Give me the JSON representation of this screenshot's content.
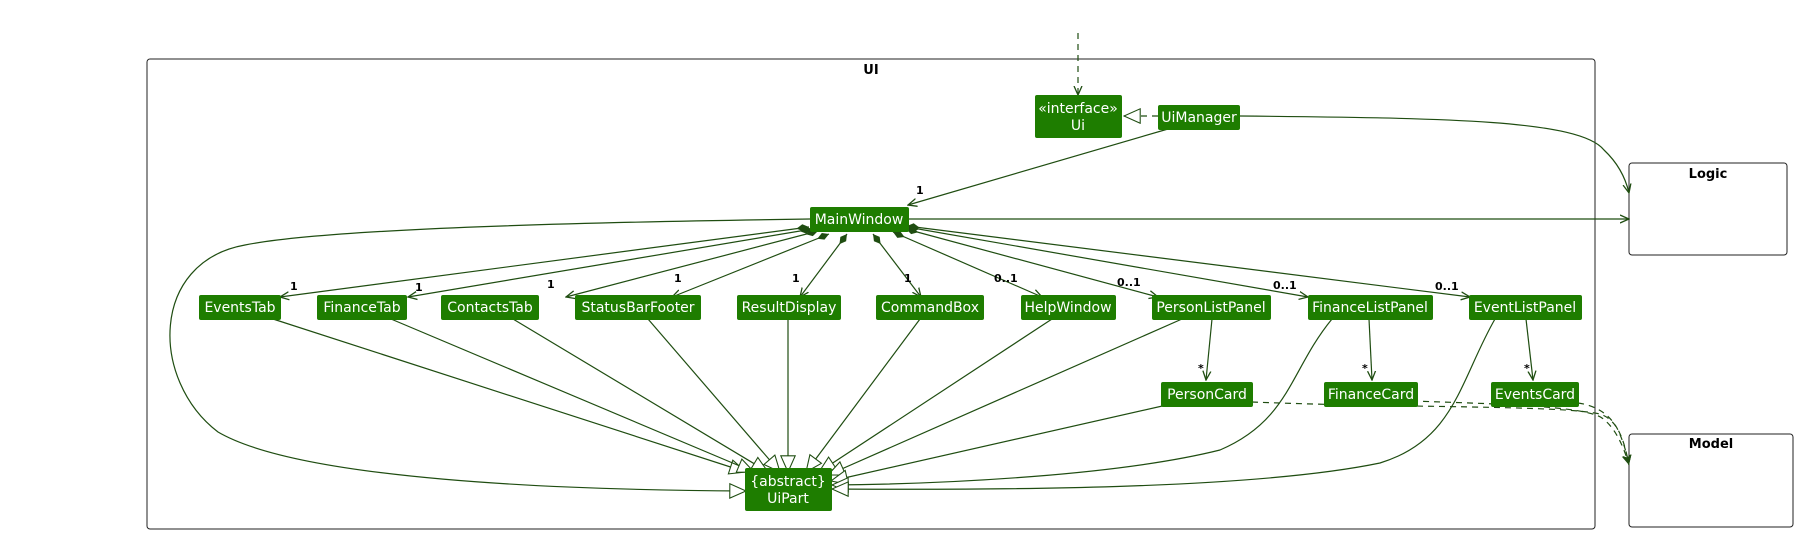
{
  "packages": {
    "ui": "UI",
    "logic": "Logic",
    "model": "Model"
  },
  "classes": {
    "ui_interface": {
      "line1": "«interface»",
      "line2": "Ui"
    },
    "ui_manager": "UiManager",
    "main_window": "MainWindow",
    "events_tab": "EventsTab",
    "finance_tab": "FinanceTab",
    "contacts_tab": "ContactsTab",
    "status_bar_footer": "StatusBarFooter",
    "result_display": "ResultDisplay",
    "command_box": "CommandBox",
    "help_window": "HelpWindow",
    "person_list_panel": "PersonListPanel",
    "finance_list_panel": "FinanceListPanel",
    "event_list_panel": "EventListPanel",
    "person_card": "PersonCard",
    "finance_card": "FinanceCard",
    "events_card": "EventsCard",
    "ui_part": {
      "line1": "{abstract}",
      "line2": "UiPart"
    }
  },
  "multiplicities": {
    "manager_to_mainwindow": "1",
    "events_tab": "1",
    "finance_tab": "1",
    "contacts_tab": "1",
    "status_bar_footer": "1",
    "result_display": "1",
    "command_box": "1",
    "help_window": "0..1",
    "person_list_panel": "0..1",
    "finance_list_panel": "0..1",
    "event_list_panel": "0..1",
    "person_card": "*",
    "finance_card": "*",
    "events_card": "*"
  },
  "colors": {
    "class_fill": "#1e7d00",
    "edge": "#1f4d11"
  }
}
